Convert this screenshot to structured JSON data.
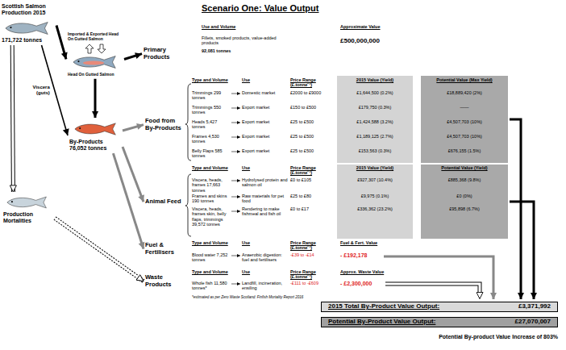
{
  "diagram": {
    "title": "Scenario One: Value Output",
    "nodes": [
      {
        "text": [
          "Scottish Salmon Production 2015",
          "171,722 tonnes"
        ]
      },
      {
        "text": [
          "Imported & Exported Head On Gutted Salmon",
          "Head On Gutted Salmon"
        ]
      },
      {
        "text": [
          "Primary Products"
        ]
      },
      {
        "text": [
          "By-Products 76,052 tonnes"
        ]
      },
      {
        "text": [
          "Food from By-Products"
        ]
      },
      {
        "text": [
          "Animal Feed"
        ]
      },
      {
        "text": [
          "Production Mortalities"
        ]
      },
      {
        "text": [
          "Fuel & Fertilisers"
        ]
      },
      {
        "text": [
          "Waste Products"
        ]
      },
      {
        "text": [
          "2015 Total By-Product Value Output:",
          "£3,371,992"
        ]
      },
      {
        "text": [
          "Potential By-Product Value Output:",
          "£27,070,007"
        ]
      }
    ],
    "edges": [
      {
        "from": 0,
        "to": 1,
        "arrow": "to"
      },
      {
        "from": 0,
        "to": 3,
        "label": "Viscera (guts)",
        "arrow": "to"
      },
      {
        "from": 1,
        "to": 2,
        "arrow": "to"
      },
      {
        "from": 1,
        "to": 3,
        "arrow": "to"
      },
      {
        "from": 0,
        "to": 6,
        "arrow": "to"
      },
      {
        "from": 3,
        "to": 4,
        "arrow": "to"
      },
      {
        "from": 3,
        "to": 5,
        "arrow": "to"
      },
      {
        "from": 3,
        "to": 7,
        "arrow": "to"
      },
      {
        "from": 6,
        "to": 8,
        "arrow": "to"
      }
    ],
    "labels": [
      "Use and Volume",
      "Approximate Value",
      "Fillets, smoked products, value-added products",
      "92,081 tonnes",
      "£500,000,000",
      "Type and Volume",
      "Use",
      "Price Range (£.tonne⁻¹)",
      "2015 Value (Yield)",
      "Potential Value (Max Yield)",
      "Trimmings 299 tonnes",
      "Domestic market",
      "£2000 to £9000",
      "£1,644,500 (0.2%)",
      "£18,889,420 (2%)",
      "Trimmings 550 tonnes",
      "Export market",
      "£150 to £500",
      "£179,750 (0.3%)",
      "——",
      "Heads 5,427 tonnes",
      "Export market",
      "£25 to £500",
      "£1,424,588 (3.2%)",
      "£4,507,703 (10%)",
      "Frames 4,530 tonnes",
      "Export market",
      "£25 to £500",
      "£1,189,125 (2.7%)",
      "£4,507,703 (10%)",
      "Belly Flaps 585 tonnes",
      "Export market",
      "£25 to £500",
      "£153,563 (0.3%)",
      "£676,155 (1.5%)",
      "Type and Volume",
      "Use",
      "Price Range (£.tonne⁻¹)",
      "2015 Value (Yield)",
      "Potential Value (Yield)",
      "Viscera, heads, frames 17,663 tonnes",
      "Hydrolysed protein and salmon oil",
      "£0 to £105",
      "£927,307 (10.4%)",
      "£885,368 (9.8%)",
      "Frames and skins 190 tonnes",
      "Raw materials for pet food",
      "£25 to £80",
      "£9,975 (0.1%)",
      "£0 (0%)",
      "Viscera, heads, frames skin, belly flaps, trimmings 39,572 tonnes",
      "Rendering to make fishmeal and fish oil",
      "£0 to £17",
      "£336,362 (23.2%)",
      "£95,898 (6.7%)",
      "Type and Volume",
      "Use",
      "Price Range (£.tonne⁻¹)",
      "Fuel & Fert. Value",
      "Blood water 7,252 tonnes",
      "Anaerobic digestion: fuel and fertilisers",
      "-£39 to -£14",
      "- £192,178",
      "Type and Volume",
      "Use",
      "Price Range (£.tonne⁻¹)",
      "Approx. Waste Value",
      "Whole fish 11,580 tonnes*",
      "Landfill, incineration, ensiling",
      "-£111 to -£609",
      "- £2,300,000",
      "*estimated as per Zero Waste Scotland: Finfish Mortality Report 2016",
      "Potential By-product Value Increase of 803%"
    ]
  }
}
